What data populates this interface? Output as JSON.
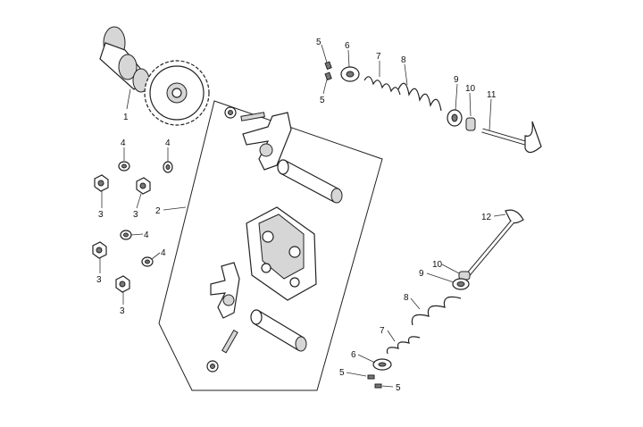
{
  "callouts": {
    "camshaft": "1",
    "rocker_assembly": "2",
    "nut_a": "3",
    "nut_b": "3",
    "nut_c": "3",
    "nut_d": "3",
    "washer_a": "4",
    "washer_b": "4",
    "washer_c": "4",
    "washer_d": "4",
    "upper_keeper_a": "5",
    "upper_keeper_b": "5",
    "upper_retainer": "6",
    "upper_inner_spring": "7",
    "upper_outer_spring": "8",
    "upper_seat": "9",
    "upper_seal": "10",
    "intake_valve": "11",
    "exhaust_valve": "12",
    "lower_seal": "10",
    "lower_seat": "9",
    "lower_outer_spring": "8",
    "lower_inner_spring": "7",
    "lower_retainer": "6",
    "lower_keeper_a": "5",
    "lower_keeper_b": "5"
  }
}
